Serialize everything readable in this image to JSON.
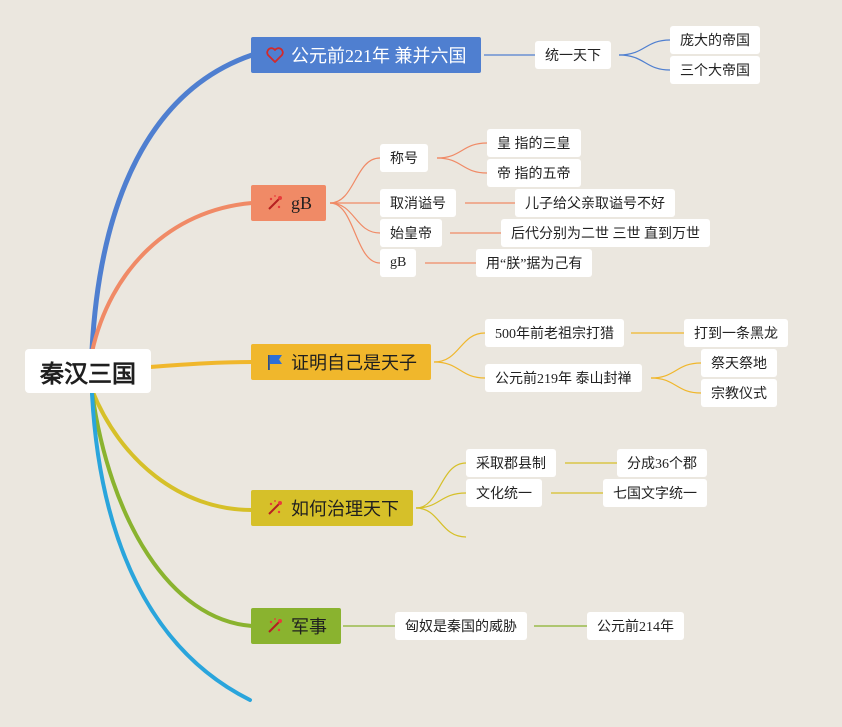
{
  "root": "秦汉三国",
  "colors": {
    "background": "#ebe7df",
    "blue": "#4f7fd0",
    "orange": "#f08a66",
    "gold": "#f0b72c",
    "mustard": "#d6c029",
    "green": "#8ab32f",
    "cyan": "#2aa5dc"
  },
  "branches": [
    {
      "label": "公元前221年 兼并六国",
      "icon": "heart-icon",
      "children": [
        {
          "label": "统一天下",
          "children": [
            {
              "label": "庞大的帝国"
            },
            {
              "label": "三个大帝国"
            }
          ]
        }
      ]
    },
    {
      "label": "gB",
      "icon": "sparkle-icon",
      "children": [
        {
          "label": "称号",
          "children": [
            {
              "label": "皇 指的三皇"
            },
            {
              "label": "帝 指的五帝"
            }
          ]
        },
        {
          "label": "取消谥号",
          "children": [
            {
              "label": "儿子给父亲取谥号不好"
            }
          ]
        },
        {
          "label": "始皇帝",
          "children": [
            {
              "label": "后代分别为二世 三世 直到万世"
            }
          ]
        },
        {
          "label": "gB",
          "children": [
            {
              "label": "用“朕”据为己有"
            }
          ]
        }
      ]
    },
    {
      "label": "证明自己是天子",
      "icon": "flag-icon",
      "children": [
        {
          "label": "500年前老祖宗打猎",
          "children": [
            {
              "label": "打到一条黑龙"
            }
          ]
        },
        {
          "label": "公元前219年 泰山封禅",
          "children": [
            {
              "label": "祭天祭地"
            },
            {
              "label": "宗教仪式"
            }
          ]
        }
      ]
    },
    {
      "label": "如何治理天下",
      "icon": "sparkle-icon",
      "children": [
        {
          "label": "采取郡县制",
          "children": [
            {
              "label": "分成36个郡"
            }
          ]
        },
        {
          "label": "文化统一",
          "children": [
            {
              "label": "七国文字统一"
            }
          ]
        }
      ]
    },
    {
      "label": "军事",
      "icon": "sparkle-icon",
      "children": [
        {
          "label": "匈奴是秦国的威胁",
          "children": [
            {
              "label": "公元前214年"
            }
          ]
        }
      ]
    }
  ]
}
